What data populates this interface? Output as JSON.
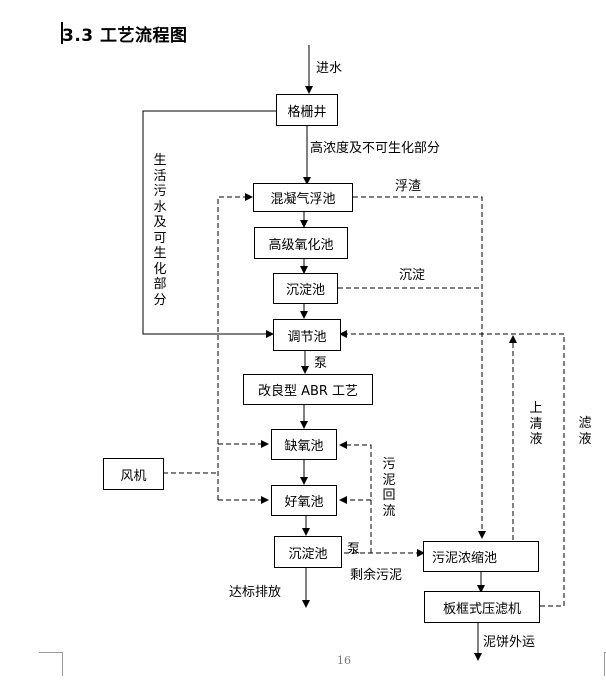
{
  "page": {
    "title": "3.3 工艺流程图",
    "page_number": "16"
  },
  "boxes": {
    "grille_well": "格栅井",
    "coag_float": "混凝气浮池",
    "adv_oxidation": "高级氧化池",
    "sed_tank_1": "沉淀池",
    "regulating": "调节池",
    "abr": "改良型 ABR 工艺",
    "anoxic": "缺氧池",
    "aerobic": "好氧池",
    "sed_tank_2": "沉淀池",
    "blower": "风机",
    "sludge_thickener": "污泥浓缩池",
    "filter_press": "板框式压滤机"
  },
  "labels": {
    "inflow": "进水",
    "high_conc": "高浓度及不可生化部分",
    "domestic": "生活污水及可生化部分",
    "scum": "浮渣",
    "sediment": "沉淀",
    "pump_1": "泵",
    "pump_2": "泵",
    "sludge_return": "污泥回流",
    "excess_sludge": "剩余污泥",
    "supernatant": "上清液",
    "filtrate": "滤液",
    "discharge": "达标排放",
    "cake_out": "泥饼外运"
  }
}
